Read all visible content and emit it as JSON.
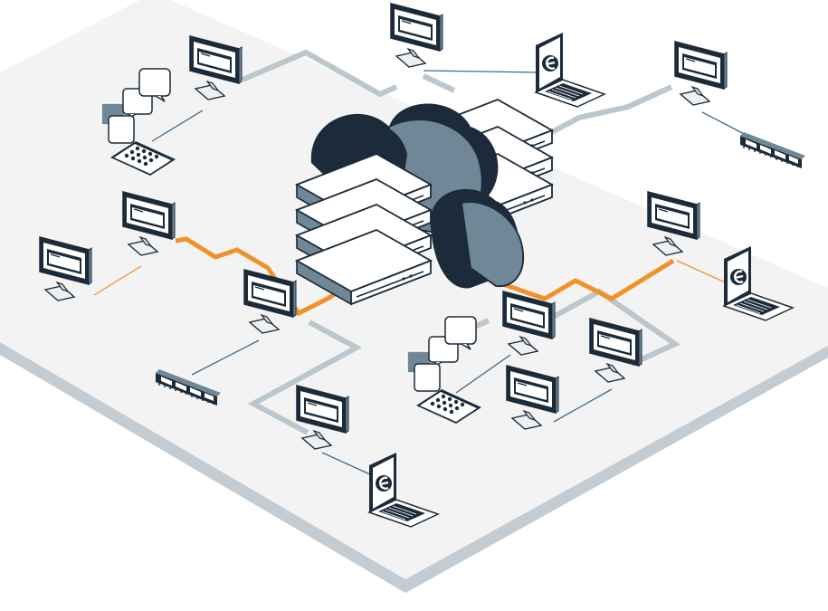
{
  "diagram": {
    "nodes": [
      {
        "id": "cloud-server",
        "kind": "cloud-server-stack"
      },
      {
        "id": "desktop-1",
        "kind": "desktop"
      },
      {
        "id": "desktop-2",
        "kind": "desktop"
      },
      {
        "id": "desktop-3",
        "kind": "desktop"
      },
      {
        "id": "desktop-4",
        "kind": "desktop"
      },
      {
        "id": "desktop-5",
        "kind": "desktop"
      },
      {
        "id": "desktop-6",
        "kind": "desktop"
      },
      {
        "id": "desktop-7",
        "kind": "desktop"
      },
      {
        "id": "desktop-8",
        "kind": "desktop"
      },
      {
        "id": "desktop-9",
        "kind": "desktop"
      },
      {
        "id": "desktop-10",
        "kind": "desktop"
      },
      {
        "id": "desktop-11",
        "kind": "desktop"
      },
      {
        "id": "laptop-1",
        "kind": "laptop"
      },
      {
        "id": "laptop-2",
        "kind": "laptop"
      },
      {
        "id": "laptop-3",
        "kind": "laptop"
      },
      {
        "id": "phone-1",
        "kind": "phone-with-chat-bubbles"
      },
      {
        "id": "phone-2",
        "kind": "phone-with-chat-bubbles"
      },
      {
        "id": "ram-1",
        "kind": "memory-module"
      },
      {
        "id": "ram-2",
        "kind": "memory-module"
      }
    ],
    "links": [
      {
        "from": "desktop-1",
        "to": "phone-1",
        "style": "thin-blue"
      },
      {
        "from": "desktop-2",
        "to": "laptop-1",
        "style": "thin-blue"
      },
      {
        "from": "desktop-3",
        "to": "ram-1",
        "style": "thin-blue"
      },
      {
        "from": "desktop-6",
        "to": "ram-2",
        "style": "thin-blue"
      },
      {
        "from": "desktop-8",
        "to": "laptop-3",
        "style": "thin-blue"
      },
      {
        "from": "desktop-9",
        "to": "phone-2",
        "style": "thin-blue"
      },
      {
        "from": "desktop-11",
        "to": "desktop-10",
        "style": "thin-blue"
      },
      {
        "from": "desktop-5",
        "to": "desktop-4",
        "style": "thin-orange"
      },
      {
        "from": "desktop-7",
        "to": "laptop-2",
        "style": "thin-orange"
      },
      {
        "from": "cloud-server",
        "to": "desktop-7",
        "style": "thick-orange"
      },
      {
        "from": "cloud-server",
        "to": "desktop-4",
        "style": "thick-orange"
      }
    ],
    "colors": {
      "platform_top": "#f3f3f3",
      "platform_edge": "#c3ccd3",
      "trace": "#bcc6cd",
      "orange": "#f0912a",
      "navy": "#1b2b3a",
      "slate": "#6f8796",
      "link_blue": "#3e6a8c",
      "white": "#ffffff"
    }
  }
}
